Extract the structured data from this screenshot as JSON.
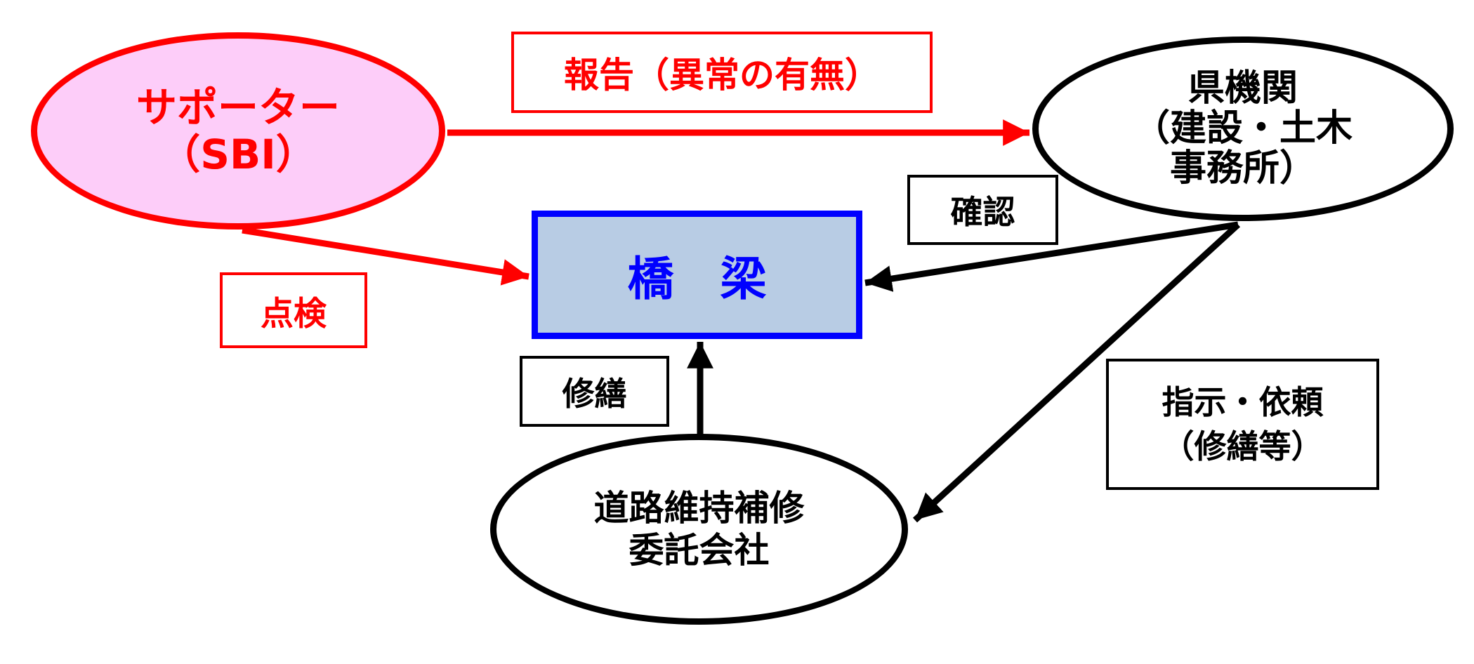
{
  "colors": {
    "red": "#FF0000",
    "pink_fill": "#FDCDF9",
    "blue": "#0000FF",
    "blue_box_fill": "#B8CCE4",
    "black": "#000000",
    "white": "#FFFFFF"
  },
  "nodes": {
    "supporter": {
      "lines": [
        "サポーター",
        "（SBI）"
      ]
    },
    "prefecture": {
      "lines": [
        "県機関",
        "（建設・土木",
        "事務所）"
      ]
    },
    "bridge": {
      "label": "橋　梁"
    },
    "contractor": {
      "lines": [
        "道路維持補修",
        "委託会社"
      ]
    }
  },
  "edge_labels": {
    "report": "報告（異常の有無）",
    "inspection": "点検",
    "confirmation": "確認",
    "repair": "修繕",
    "instruction": {
      "lines": [
        "指示・依頼",
        "（修繕等）"
      ]
    }
  }
}
